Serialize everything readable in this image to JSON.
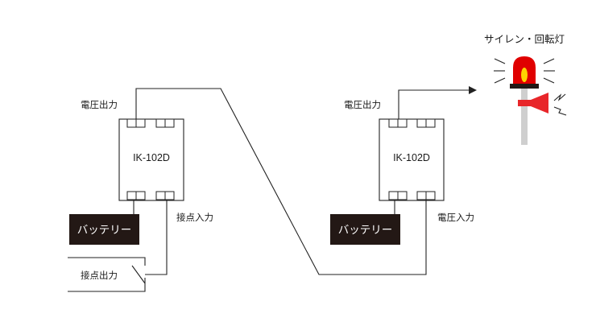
{
  "left_unit": {
    "device_label": "IK-102D",
    "voltage_out_label": "電圧出力",
    "contact_in_label": "接点入力",
    "battery_label": "バッテリー",
    "switch_label": "接点出力"
  },
  "right_unit": {
    "device_label": "IK-102D",
    "voltage_out_label": "電圧出力",
    "voltage_in_label": "電圧入力",
    "battery_label": "バッテリー"
  },
  "siren": {
    "label": "サイレン・回転灯",
    "lamp_color": "#e00000",
    "lamp_highlight": "#ffd400",
    "horn_color": "#e8262a",
    "pole_color": "#cfcfcf"
  },
  "colors": {
    "battery_fill": "#231815",
    "line": "#222222"
  }
}
